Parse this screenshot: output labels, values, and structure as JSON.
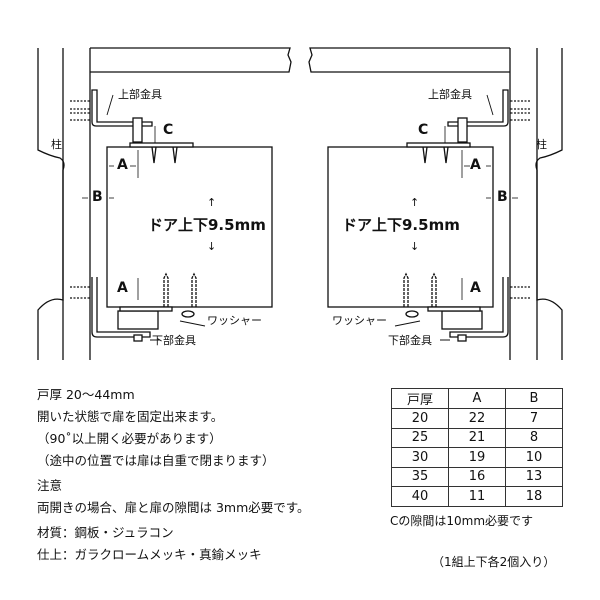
{
  "diagram": {
    "upper_bracket": "上部金具",
    "lower_bracket": "下部金具",
    "post": "柱",
    "washer": "ワッシャー",
    "dim_a": "A",
    "dim_b": "B",
    "dim_c": "C",
    "door_text": "ドア上下9.5mm",
    "arrow_up": "↑",
    "arrow_down": "↓"
  },
  "notes": [
    "戸厚 20〜44mm",
    "開いた状態で扉を固定出来ます。",
    "（90˚以上開く必要があります）",
    "（途中の位置では扉は自重で閉まります）",
    "注意",
    "両開きの場合、扉と扉の隙間は 3mm必要です。",
    "材質：鋼板・ジュラコン",
    "仕上：ガラクロームメッキ・真鍮メッキ"
  ],
  "table": {
    "headers": [
      "戸厚",
      "A",
      "B"
    ],
    "rows": [
      [
        "20",
        "22",
        "7"
      ],
      [
        "25",
        "21",
        "8"
      ],
      [
        "30",
        "19",
        "10"
      ],
      [
        "35",
        "16",
        "13"
      ],
      [
        "40",
        "11",
        "18"
      ]
    ]
  },
  "c_note": "Cの隙間は10mm必要です",
  "set_note": "（1組上下各2個入り）"
}
